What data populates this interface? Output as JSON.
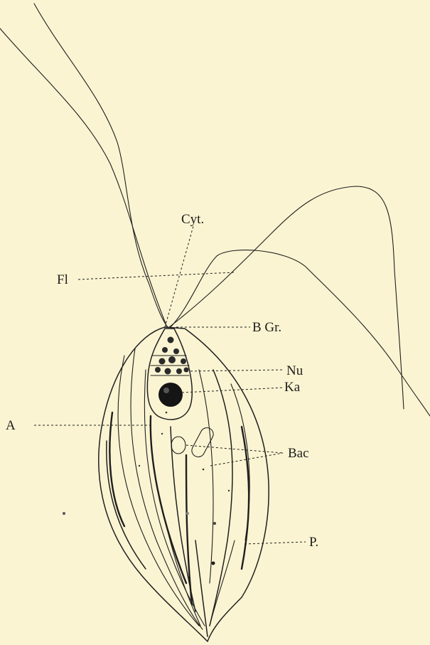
{
  "figure": {
    "background_color": "#fbf4d2",
    "ink_color": "#1f1f1f",
    "labels": {
      "cytostome": "Cyt.",
      "flagella": "Fl",
      "basal_granule": "B Gr.",
      "nucleus": "Nu",
      "karyosome": "Ka",
      "axostyle": "A",
      "bacteria": "Bac",
      "periplast": "P."
    }
  }
}
